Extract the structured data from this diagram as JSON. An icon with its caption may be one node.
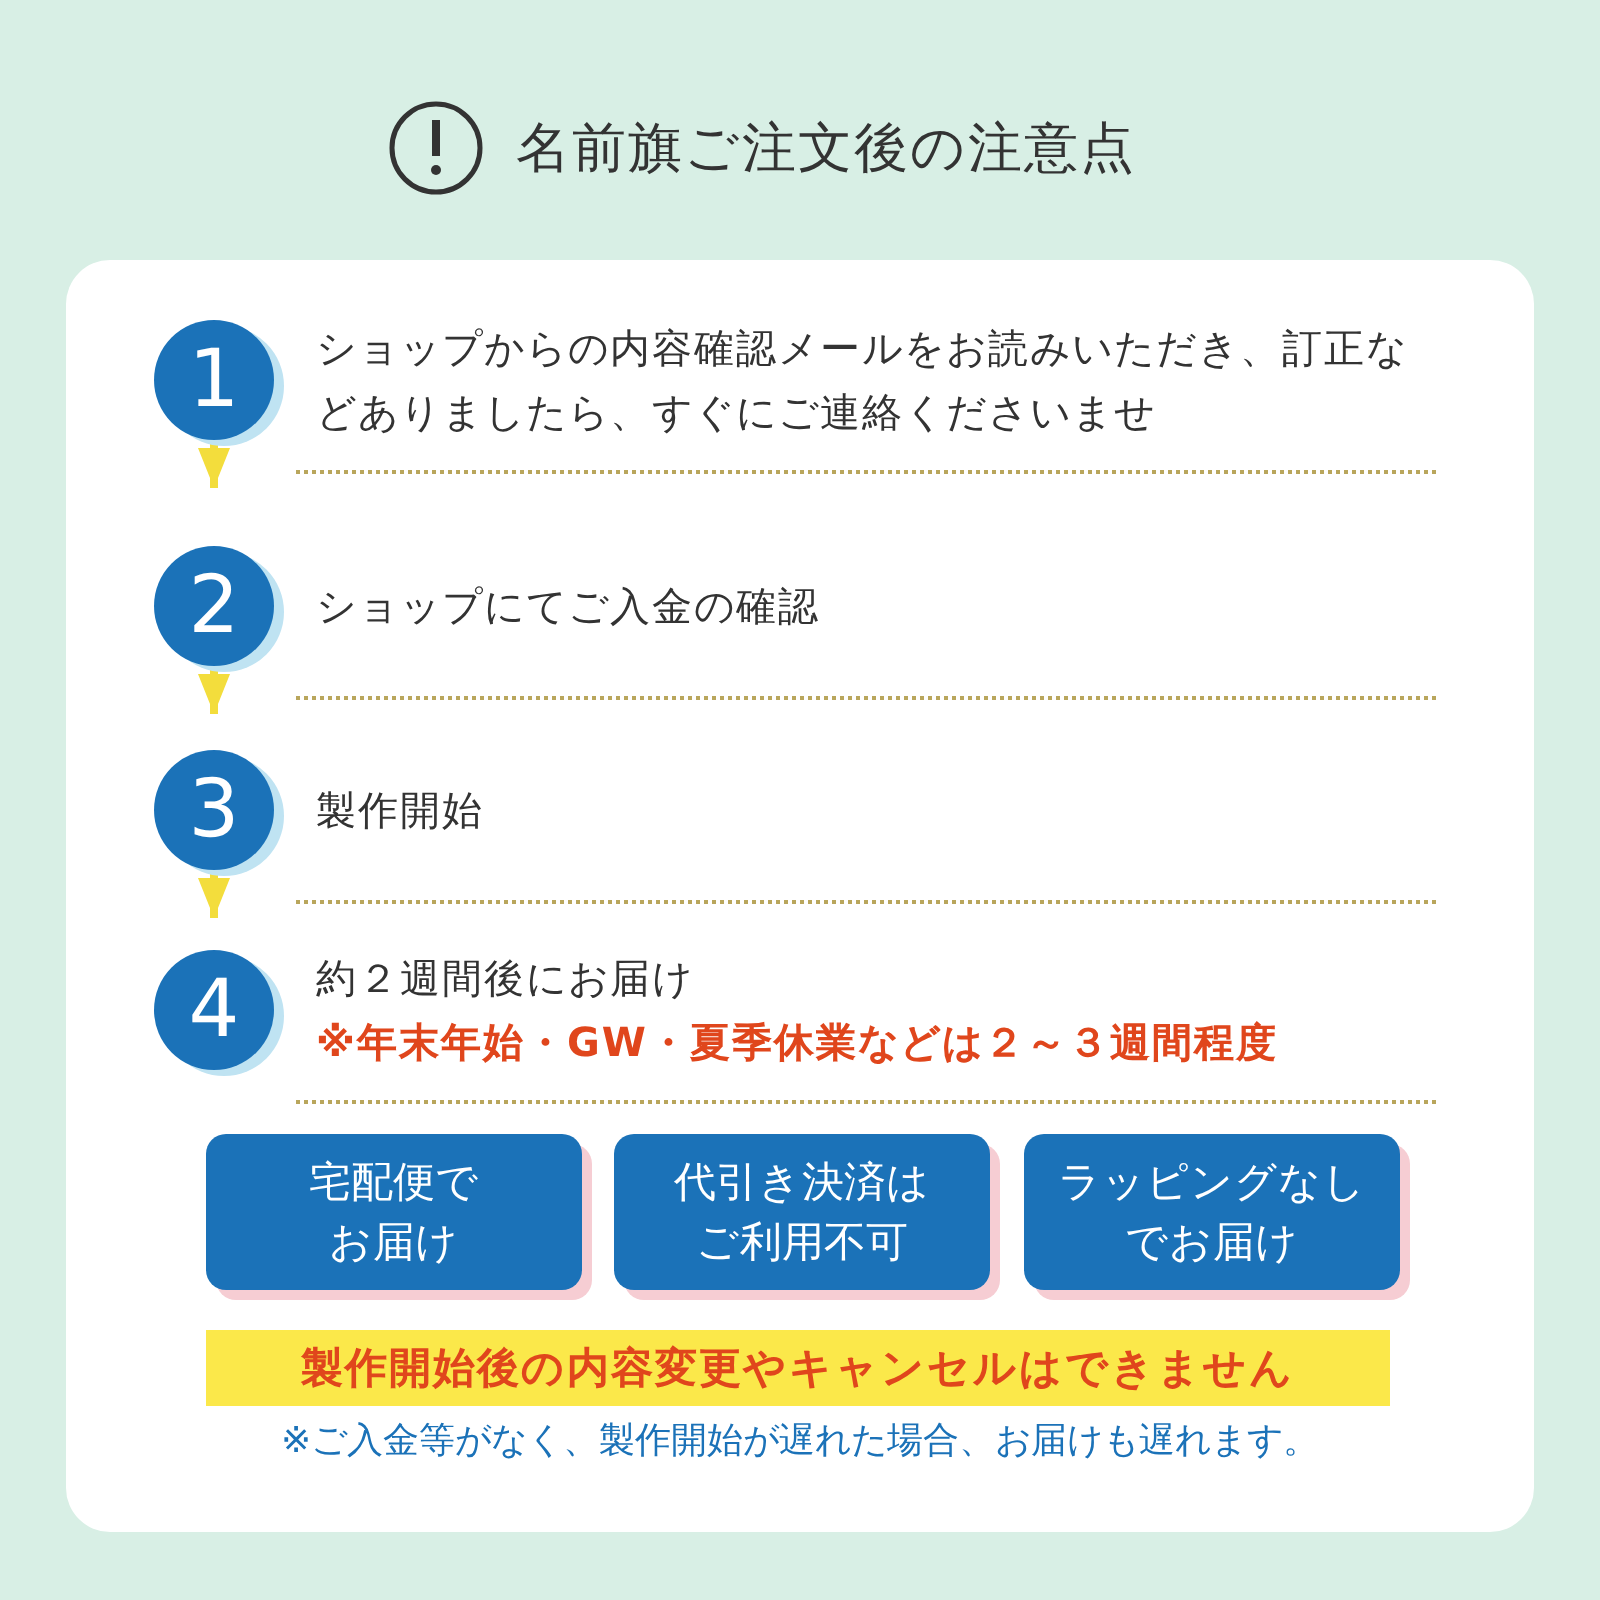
{
  "diagram": {
    "title": "名前旗ご注文後の注意点",
    "nodes": [
      {
        "text": [
          "1"
        ],
        "beside": [
          "ショップからの内容確認メールをお読みいただき、訂正などありましたら、すぐにご連絡くださいませ"
        ]
      },
      {
        "text": [
          "2"
        ],
        "beside": [
          "ショップにてご入金の確認"
        ]
      },
      {
        "text": [
          "3"
        ],
        "beside": [
          "製作開始"
        ]
      },
      {
        "text": [
          "4"
        ],
        "beside": [
          "約２週間後にお届け",
          "※年末年始・GW・夏季休業などは２～３週間程度"
        ]
      },
      {
        "text": [
          "宅配便でお届け"
        ]
      },
      {
        "text": [
          "代引き決済はご利用不可"
        ]
      },
      {
        "text": [
          "ラッピングなしでお届け"
        ]
      },
      {
        "text": [
          "製作開始後の内容変更やキャンセルはできません"
        ]
      }
    ],
    "edges": [
      {
        "from": 0,
        "to": 1,
        "arrow": "to"
      },
      {
        "from": 1,
        "to": 2,
        "arrow": "to"
      },
      {
        "from": 2,
        "to": 3,
        "arrow": "to"
      }
    ],
    "labels": [
      "※ご入金等がなく、製作開始が遅れた場合、お届けも遅れます。"
    ]
  }
}
